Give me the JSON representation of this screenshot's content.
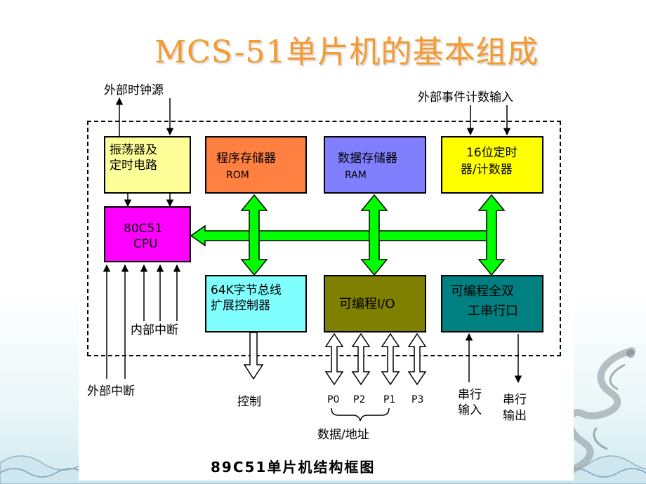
{
  "slide_title": "MCS-51单片机的基本组成",
  "labels": {
    "external_clock": "外部时钟源",
    "external_event_count": "外部事件计数输入",
    "internal_interrupt": "内部中断",
    "external_interrupt": "外部中断",
    "control": "控制",
    "ports": [
      "P0",
      "P2",
      "P1",
      "P3"
    ],
    "data_address": "数据/地址",
    "serial_in": [
      "串行",
      "输入"
    ],
    "serial_out": [
      "串行",
      "输出"
    ]
  },
  "blocks": {
    "oscillator": {
      "line1": "振荡器及",
      "line2": "定时电路",
      "color": "#ffff99"
    },
    "program_memory": {
      "line1": "程序存储器",
      "line2": "ROM",
      "color": "#ff8040"
    },
    "data_memory": {
      "line1": "数据存储器",
      "line2": "RAM",
      "color": "#8080ff"
    },
    "timer": {
      "line1": "16位定时",
      "line2": "器/计数器",
      "color": "#ffff00"
    },
    "cpu": {
      "line1": "80C51",
      "line2": "CPU",
      "color": "#ff00ff"
    },
    "bus_controller": {
      "line1": "64K字节总线",
      "line2": "扩展控制器",
      "color": "#80ffff"
    },
    "io": {
      "line1": "可编程I/O",
      "color": "#808000"
    },
    "serial": {
      "line1": "可编程全双",
      "line2": "工串行口",
      "color": "#008080"
    }
  },
  "bus_color": "#00ff00",
  "caption": "89C51单片机结构框图"
}
